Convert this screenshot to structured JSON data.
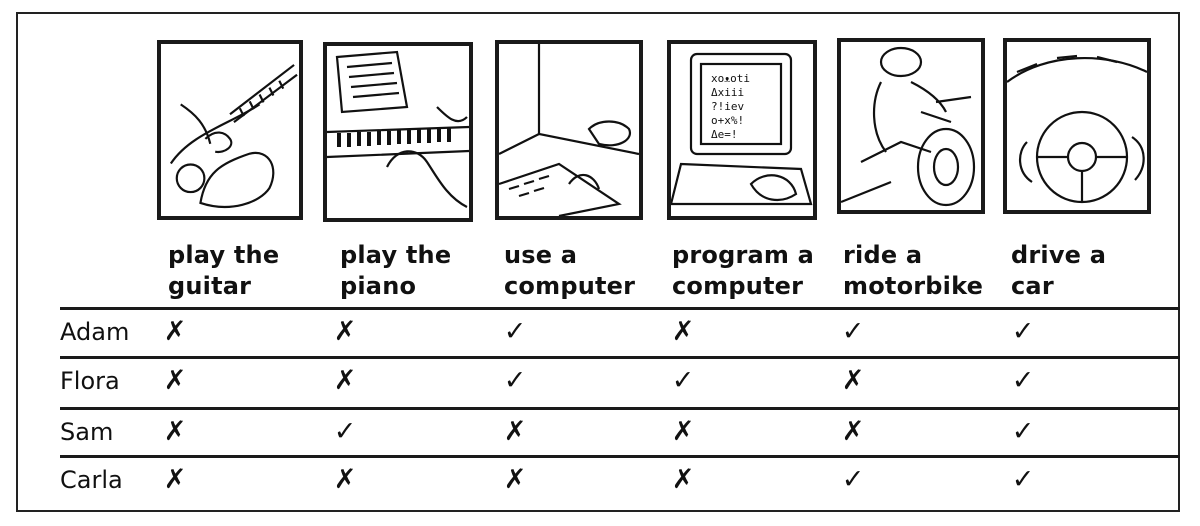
{
  "activities": [
    {
      "line1": "play the",
      "line2": "guitar",
      "icon": "guitar-icon"
    },
    {
      "line1": "play the",
      "line2": "piano",
      "icon": "piano-icon"
    },
    {
      "line1": "use a",
      "line2": "computer",
      "icon": "computer-use-icon"
    },
    {
      "line1": "program a",
      "line2": "computer",
      "icon": "programming-icon"
    },
    {
      "line1": "ride a",
      "line2": "motorbike",
      "icon": "motorbike-icon"
    },
    {
      "line1": "drive a",
      "line2": "car",
      "icon": "car-icon"
    }
  ],
  "rows": [
    {
      "name": "Adam",
      "marks": [
        "✗",
        "✗",
        "✓",
        "✗",
        "✓",
        "✓"
      ]
    },
    {
      "name": "Flora",
      "marks": [
        "✗",
        "✗",
        "✓",
        "✓",
        "✗",
        "✓"
      ]
    },
    {
      "name": "Sam",
      "marks": [
        "✗",
        "✓",
        "✗",
        "✗",
        "✗",
        "✓"
      ]
    },
    {
      "name": "Carla",
      "marks": [
        "✗",
        "✗",
        "✗",
        "✗",
        "✓",
        "✓"
      ]
    }
  ]
}
